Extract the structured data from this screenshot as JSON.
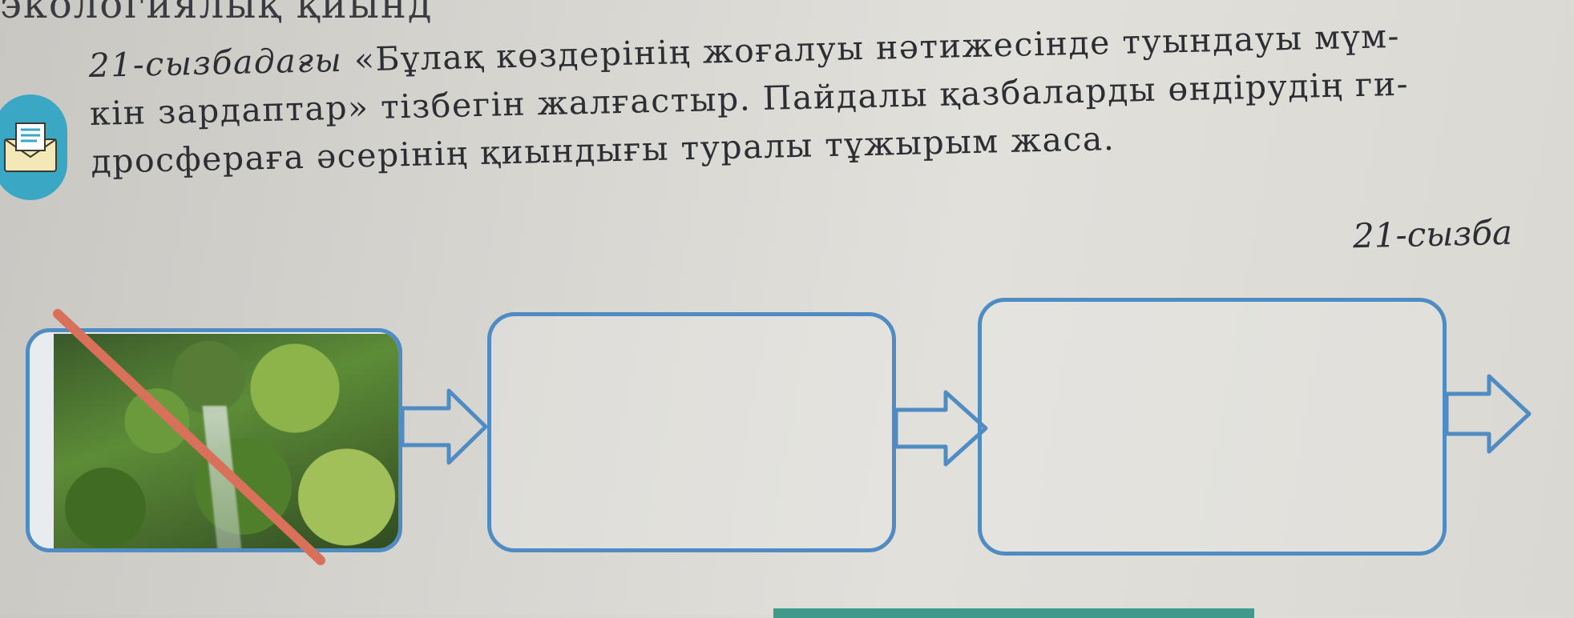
{
  "page": {
    "top_fragment": "экологиялық қиынд",
    "task_part1": "21-сызбадағы",
    "task_part2": " «Бұлақ көздерінің жоғалуы нәтижесінде туындауы мүм-",
    "task_line2": "кін зардаптар» тізбегін жалғастыр. Пайдалы қазбаларды өндірудің ги-",
    "task_line3": "дросфераға әсерінің қиындығы туралы тұжырым жаса.",
    "figure_label": "21-сызба"
  },
  "diagram": {
    "stroke_color": "#4f8cc4",
    "cross_color": "#d8705a",
    "boxes": [
      {
        "content": "spring-photo",
        "crossed_out": true
      },
      {
        "content": ""
      },
      {
        "content": ""
      }
    ],
    "arrows": 3
  },
  "icons": {
    "task_icon": "envelope-document-icon"
  }
}
